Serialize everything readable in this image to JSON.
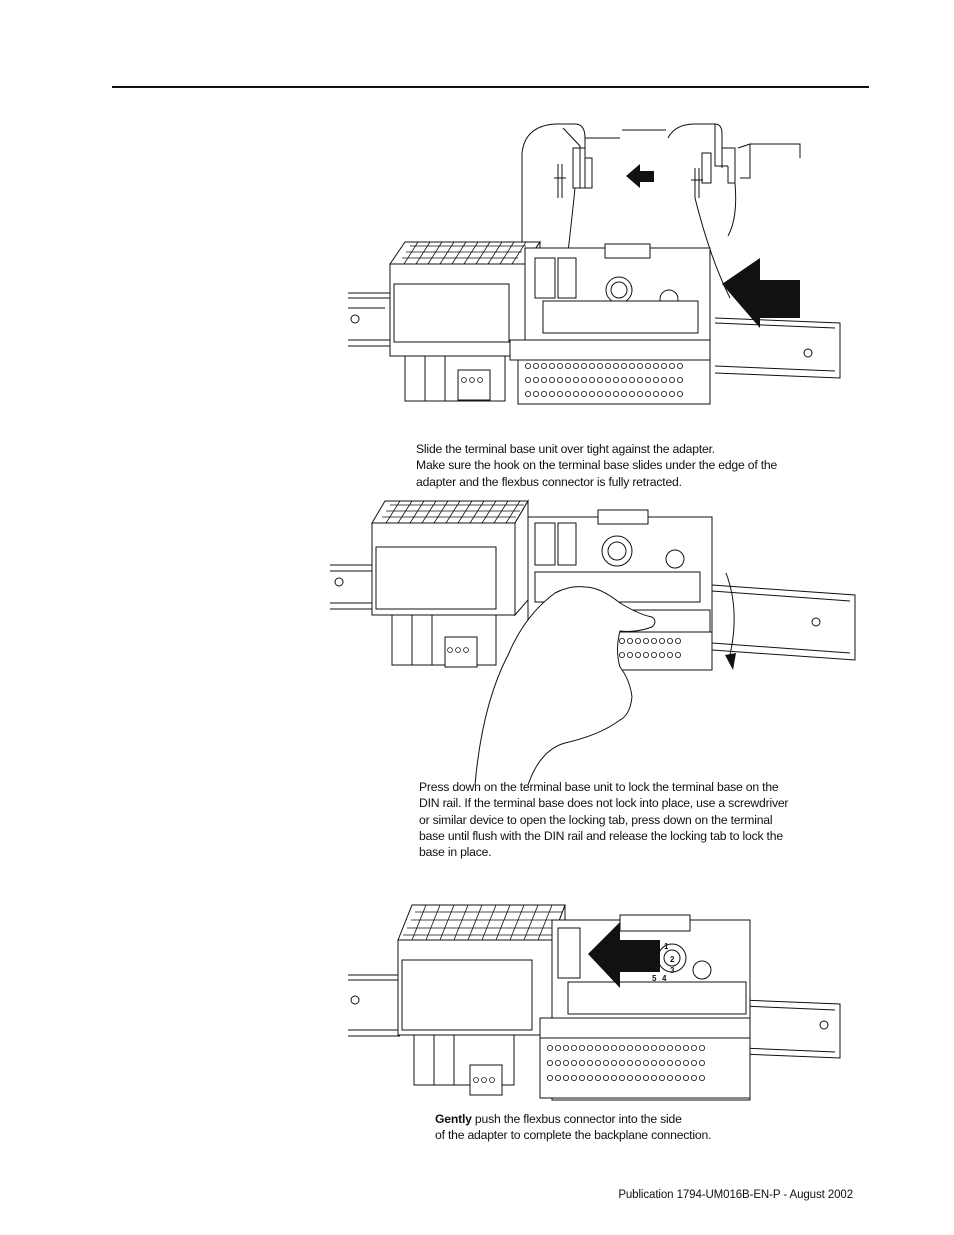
{
  "caption1": {
    "line1": "Slide the terminal base unit over tight against the adapter.",
    "line2": "Make sure the hook on the terminal base slides under the edge of the",
    "line3": "adapter and the flexbus connector is fully retracted."
  },
  "caption2": {
    "line1": "Press down on the terminal base unit to lock the terminal base on the",
    "line2": "DIN rail. If the terminal base does not lock into place, use a screwdriver",
    "line3": "or similar device to open the locking tab, press down on the terminal",
    "line4": "base until flush with the DIN rail and release the locking tab to lock the",
    "line5": "base in place."
  },
  "caption3": {
    "bold": "Gently",
    "line1_rest": " push the flexbus connector into the side",
    "line2": "of the adapter to complete the backplane connection."
  },
  "figure3_labels": [
    "1",
    "2",
    "3",
    "4",
    "5"
  ],
  "footer": {
    "publication": "Publication 1794-UM016B-EN-P - August 2002"
  }
}
